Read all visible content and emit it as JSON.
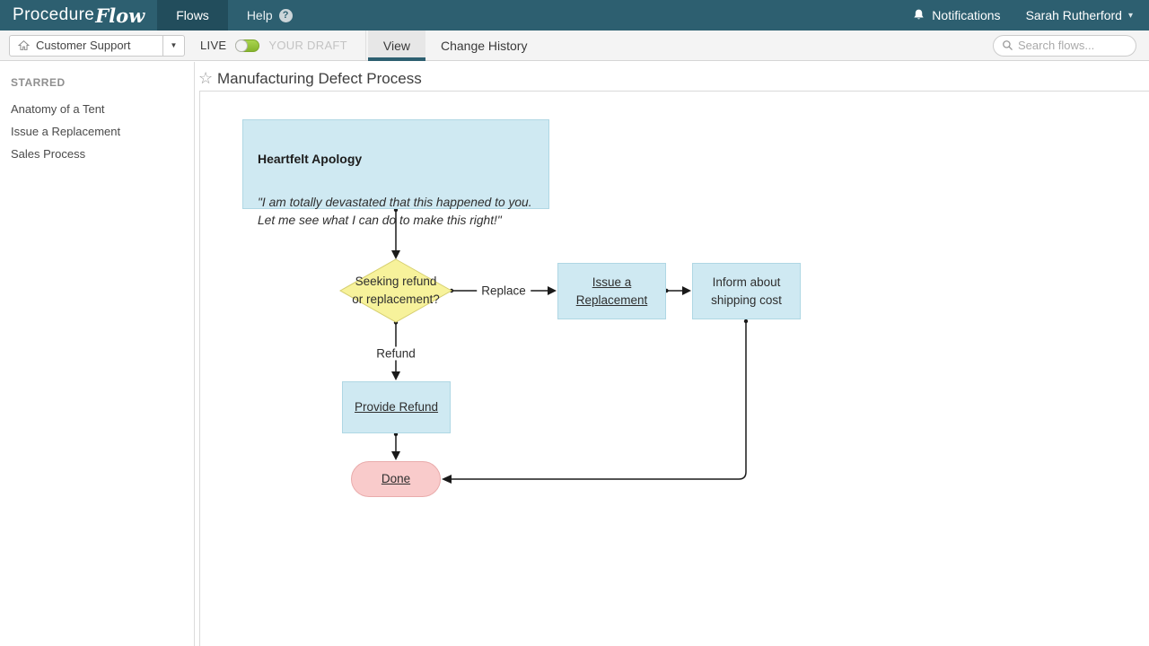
{
  "navbar": {
    "logo_primary": "Procedure",
    "logo_script": "Flow",
    "items": [
      {
        "label": "Flows"
      },
      {
        "label": "Help"
      }
    ],
    "help_badge": "?",
    "notifications_label": "Notifications",
    "user_name": "Sarah Rutherford"
  },
  "toolbar": {
    "breadcrumb_label": "Customer Support",
    "live_label": "LIVE",
    "draft_label": "YOUR DRAFT",
    "tabs": [
      {
        "label": "View"
      },
      {
        "label": "Change History"
      }
    ],
    "search_placeholder": "Search flows..."
  },
  "sidebar": {
    "section_title": "STARRED",
    "items": [
      {
        "label": "Anatomy of a Tent"
      },
      {
        "label": "Issue a Replacement"
      },
      {
        "label": "Sales Process"
      }
    ]
  },
  "page": {
    "title": "Manufacturing Defect Process"
  },
  "icons": {
    "page_star_glyph": "☆",
    "breadcrumb_caret_glyph": "▼",
    "user_caret_glyph": "▾"
  },
  "flowchart": {
    "nodes": {
      "apology": {
        "title": "Heartfelt Apology",
        "body": "\"I am totally devastated that this happened to you.\nLet me see what I can do to make this right!\""
      },
      "decision": {
        "label": "Seeking refund\nor replacement?"
      },
      "issue_replacement": {
        "label": "Issue a\nReplacement"
      },
      "inform_shipping": {
        "label": "Inform about\nshipping cost"
      },
      "provide_refund": {
        "label": "Provide Refund"
      },
      "done": {
        "label": "Done"
      }
    },
    "edge_labels": {
      "replace": "Replace",
      "refund": "Refund"
    },
    "colors": {
      "navbar_teal": "#2d5f70",
      "process_fill": "#cfe9f2",
      "process_border": "#afd7e4",
      "decision_fill": "#f7f29b",
      "decision_border": "#d6cf70",
      "terminal_fill": "#f9cbcb",
      "terminal_border": "#e9abab",
      "toggle_green": "#8cba36",
      "connector": "#1a1a1a"
    }
  }
}
